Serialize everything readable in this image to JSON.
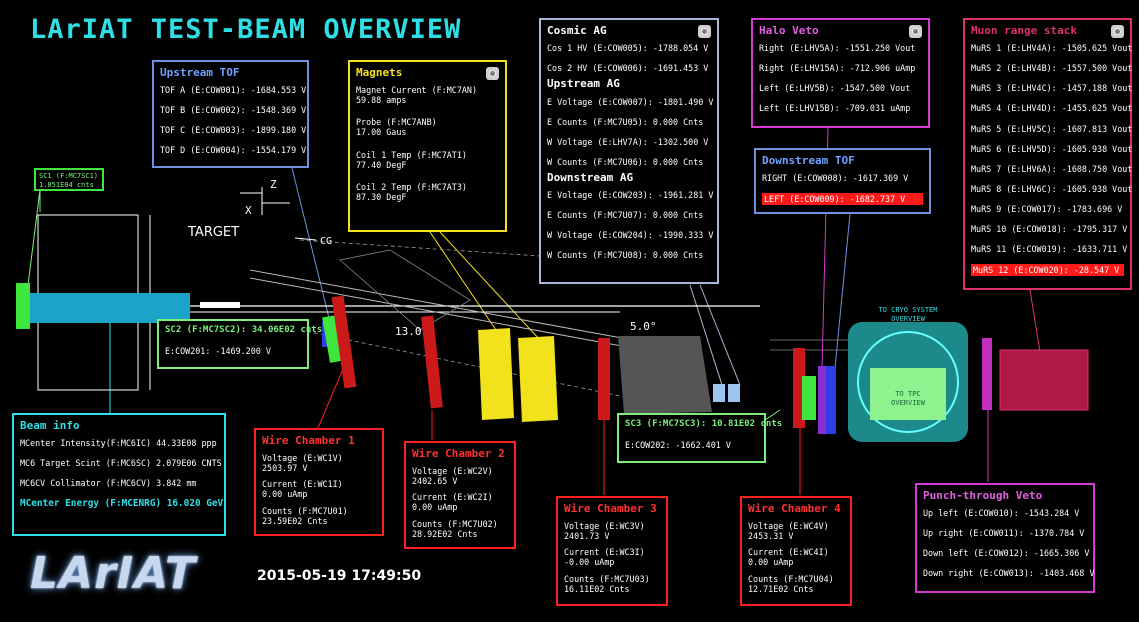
{
  "title": "LArIAT TEST-BEAM OVERVIEW",
  "timestamp": "2015-05-19 17:49:50",
  "logo_text": "LArIAT",
  "colors": {
    "cyan": "#2ee0e6",
    "blue": "#6f8fe0",
    "yellow": "#f2e21b",
    "lightblue": "#a8b7d6",
    "magenta": "#d63ad6",
    "pink": "#e0306a",
    "green": "#7cf07c",
    "red": "#ff2020",
    "highlight": "#ff1a1a"
  },
  "beamline": {
    "target": "TARGET",
    "cg": "CG",
    "z": "Z",
    "x": "X",
    "angle1": "13.0°",
    "angle2": "5.0°",
    "to_cryo": [
      "TO CRYO SYSTEM",
      "OVERVIEW"
    ],
    "to_tpc": [
      "TO TPC",
      "OVERVIEW"
    ]
  },
  "sc1": {
    "label": "SC1 (F:MC7SC1)",
    "value": "1.851E04 cnts"
  },
  "sc2": {
    "label": "SC2 (F:MC7SC2): 34.06E02 cnts",
    "row2": "E:COW201: -1469.200 V"
  },
  "sc3": {
    "label": "SC3 (F:MC7SC3): 10.81E02 cnts",
    "row2": "E:COW202: -1662.401 V"
  },
  "upstream_tof": {
    "title": "Upstream TOF",
    "rows": [
      "TOF A (E:COW001): -1684.553 V",
      "TOF B (E:COW002): -1548.369 V",
      "TOF C (E:COW003): -1899.180 V",
      "TOF D (E:COW004): -1554.179 V"
    ]
  },
  "magnets": {
    "title": "Magnets",
    "rows": [
      [
        "Magnet Current (F:MC7AN)",
        "59.88 amps"
      ],
      [
        "Probe (F:MC7ANB)",
        "17.00 Gaus"
      ],
      [
        "Coil 1 Temp (F:MC7AT1)",
        "77.40 DegF"
      ],
      [
        "Coil 2 Temp (F:MC7AT3)",
        "87.30 DegF"
      ]
    ]
  },
  "cosmic_ag": {
    "title": "Cosmic AG",
    "rows": [
      "Cos 1 HV (E:COW005): -1788.054 V",
      "Cos 2 HV (E:COW006): -1691.453 V"
    ]
  },
  "upstream_ag": {
    "title": "Upstream AG",
    "rows": [
      "E Voltage (E:COW007): -1801.490 V",
      "E Counts (F:MC7U05): 0.000 Cnts",
      "W Voltage (E:LHV7A): -1302.500 V",
      "W Counts (F:MC7U06): 0.000 Cnts"
    ]
  },
  "downstream_ag": {
    "title": "Downstream AG",
    "rows": [
      "E Voltage (E:COW203): -1961.281 V",
      "E Counts (F:MC7U07): 0.000 Cnts",
      "W Voltage (E:COW204): -1990.333 V",
      "W Counts (F:MC7U08): 0.000 Cnts"
    ]
  },
  "halo_veto": {
    "title": "Halo Veto",
    "rows": [
      "Right (E:LHV5A): -1551.250 Vout",
      "Right (E:LHV15A): -712.906 uAmp",
      "Left (E:LHV5B): -1547.500 Vout",
      "Left (E:LHV15B): -709.031 uAmp"
    ]
  },
  "downstream_tof": {
    "title": "Downstream TOF",
    "rows": [
      "RIGHT (E:COW008): -1617.369 V",
      "LEFT (E:COW009): -1682.737 V"
    ]
  },
  "muon_range": {
    "title": "Muon range stack",
    "rows": [
      "MuRS 1 (E:LHV4A): -1505.625 Vout",
      "MuRS 2 (E:LHV4B): -1557.500 Vout",
      "MuRS 3 (E:LHV4C): -1457.188 Vout",
      "MuRS 4 (E:LHV4D): -1455.625 Vout",
      "MuRS 5 (E:LHV5C): -1607.813 Vout",
      "MuRS 6 (E:LHV5D): -1605.938 Vout",
      "MuRS 7 (E:LHV6A): -1608.750 Vout",
      "MuRS 8 (E:LHV6C): -1605.938 Vout",
      "MuRS 9 (E:COW017): -1783.696 V",
      "MuRS 10 (E:COW018): -1795.317 V",
      "MuRS 11 (E:COW019): -1633.711 V",
      "MuRS 12 (E:COW020): -28.547 V"
    ]
  },
  "beam_info": {
    "title": "Beam info",
    "rows": [
      "MCenter Intensity(F:MC6IC) 44.33E08 ppp",
      "MC6 Target Scint (F:MC6SC) 2.079E06 CNTS",
      "MC6CV Collimator (F:MC6CV) 3.842 mm"
    ],
    "energy": "MCenter Energy (F:MCENRG) 16.020 GeV"
  },
  "wire_chambers": [
    {
      "title": "Wire Chamber 1",
      "rows": [
        [
          "Voltage (E:WC1V)",
          "2503.97 V"
        ],
        [
          "Current (E:WC1I)",
          "0.00 uAmp"
        ],
        [
          "Counts (F:MC7U01)",
          "23.59E02 Cnts"
        ]
      ]
    },
    {
      "title": "Wire Chamber 2",
      "rows": [
        [
          "Voltage (E:WC2V)",
          "2402.65 V"
        ],
        [
          "Current (E:WC2I)",
          "0.00 uAmp"
        ],
        [
          "Counts (F:MC7U02)",
          "28.92E02 Cnts"
        ]
      ]
    },
    {
      "title": "Wire Chamber 3",
      "rows": [
        [
          "Voltage (E:WC3V)",
          "2401.73 V"
        ],
        [
          "Current (E:WC3I)",
          "-0.00 uAmp"
        ],
        [
          "Counts (F:MC7U03)",
          "16.11E02 Cnts"
        ]
      ]
    },
    {
      "title": "Wire Chamber 4",
      "rows": [
        [
          "Voltage (E:WC4V)",
          "2453.31 V"
        ],
        [
          "Current (E:WC4I)",
          "0.00 uAmp"
        ],
        [
          "Counts (F:MC7U04)",
          "12.71E02 Cnts"
        ]
      ]
    }
  ],
  "punch_through": {
    "title": "Punch-through Veto",
    "rows": [
      "Up left (E:COW010): -1543.284 V",
      "Up right (E:COW011): -1370.784 V",
      "Down left (E:COW012): -1665.306 V",
      "Down right (E:COW013): -1403.468 V"
    ]
  }
}
